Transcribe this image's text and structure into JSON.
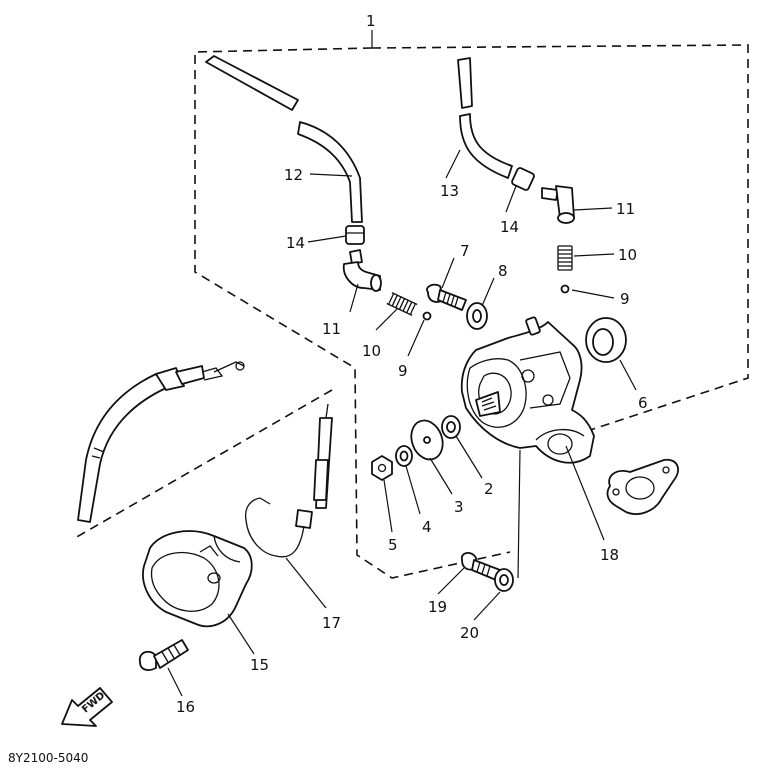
{
  "callouts": {
    "c1": "1",
    "c2": "2",
    "c3": "3",
    "c4": "4",
    "c5": "5",
    "c6": "6",
    "c7": "7",
    "c8": "8",
    "c9_right": "9",
    "c9_left": "9",
    "c10_right": "10",
    "c10_left": "10",
    "c11_right": "11",
    "c11_left": "11",
    "c12": "12",
    "c13": "13",
    "c14_left": "14",
    "c14_right": "14",
    "c15": "15",
    "c16": "16",
    "c17": "17",
    "c18": "18",
    "c19": "19",
    "c20": "20"
  },
  "forward_arrow_label": "FWD",
  "drawing_code": "8Y2100-5040"
}
